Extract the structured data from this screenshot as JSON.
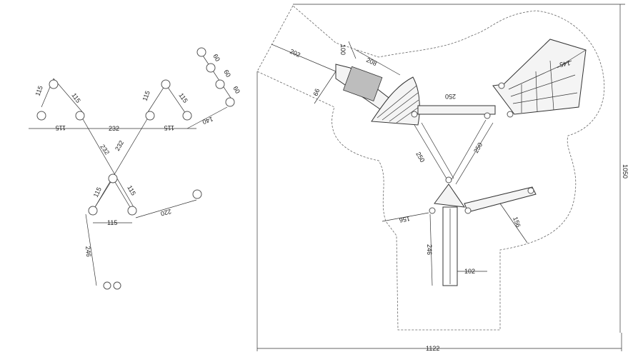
{
  "footings_plan": {
    "dimensions": {
      "left_tri_upper_side": "115",
      "left_tri_inner_side": "115",
      "left_tri_base": "115",
      "center_span": "232",
      "right_tri_upper_side": "115",
      "right_tri_inner_side": "115",
      "right_tri_base": "115",
      "right_extension": "140",
      "offset_a": "60",
      "offset_b": "60",
      "offset_c": "60",
      "diag_left": "232",
      "diag_right": "232",
      "lower_tri_left": "115",
      "lower_tri_right": "115",
      "lower_tri_base": "115",
      "lower_extension": "220",
      "vertical_leg": "246"
    }
  },
  "top_view": {
    "dimensions": {
      "slide_width": "100",
      "slide_length": "208",
      "safety_zone_top_left": "202",
      "slide_depth": "66",
      "bridge_top": "250",
      "net_offset": "145",
      "bridge_left": "250",
      "bridge_right": "250",
      "zone_left": "156",
      "zone_right": "156",
      "ladder_length": "246",
      "ladder_offset": "102",
      "total_width": "1122",
      "total_height": "1050"
    }
  }
}
